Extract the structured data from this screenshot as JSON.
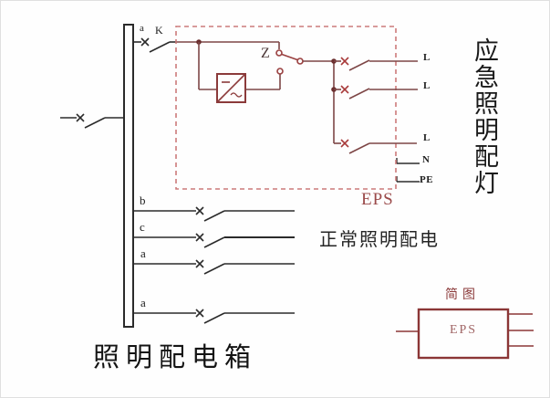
{
  "colors": {
    "wire_black": "#2b2b2b",
    "wire_red": "#7d4646",
    "dashed_red": "#cc7a7a",
    "mark_red": "#a83a3a",
    "box_red": "#8b3636",
    "text_black": "#1c1c1c",
    "text_red": "#9a4a4a"
  },
  "panel": {
    "title": "照明配电箱",
    "feeder": {
      "phase_label": "a",
      "switch_label": "K"
    },
    "branches": [
      {
        "phase_label": "b"
      },
      {
        "phase_label": "c"
      },
      {
        "phase_label": "a"
      },
      {
        "phase_label": "a"
      }
    ],
    "branches_caption": "正常照明配电"
  },
  "eps": {
    "label": "EPS",
    "transfer_switch_label": "Z",
    "ac_wave_symbol": "~"
  },
  "outputs": {
    "caption_vertical": "应急照明配灯",
    "terminals": [
      {
        "label": "L"
      },
      {
        "label": "L"
      },
      {
        "label": "L"
      },
      {
        "label": "N"
      },
      {
        "label": "PE"
      }
    ]
  },
  "simple_diagram": {
    "caption": "简图",
    "box_label": "EPS"
  },
  "icons": {
    "breaker_cross": "x-mark",
    "inverter_dc_side": "straight-line",
    "inverter_ac_side": "~"
  }
}
